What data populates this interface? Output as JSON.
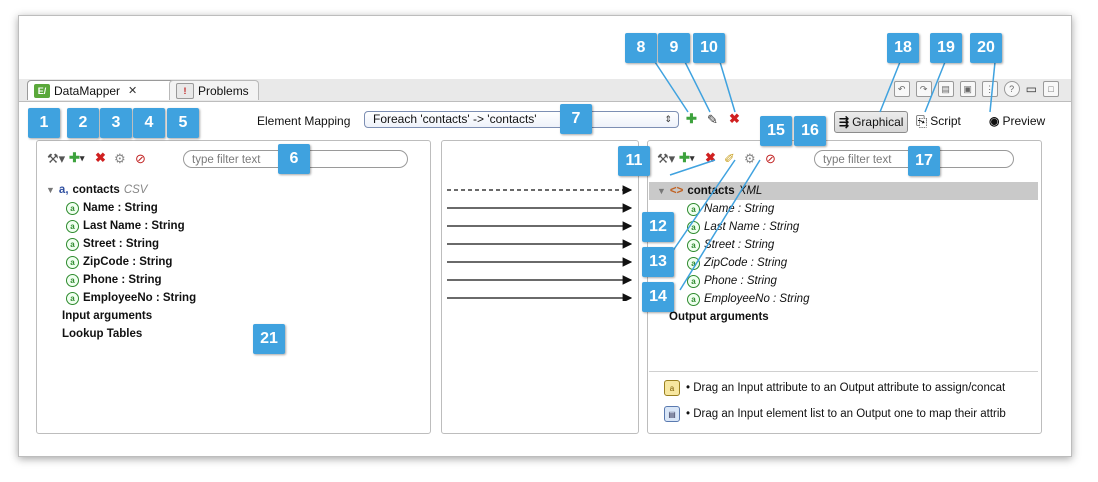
{
  "tabs": [
    {
      "label": "DataMapper",
      "active": true
    },
    {
      "label": "Problems",
      "active": false
    }
  ],
  "mapping": {
    "label": "Element Mapping",
    "selected": "Foreach 'contacts' -> 'contacts'"
  },
  "views": {
    "graphical": "Graphical",
    "script": "Script",
    "preview": "Preview"
  },
  "left": {
    "filter_placeholder": "type filter text",
    "root": {
      "name": "contacts",
      "type": "CSV"
    },
    "attributes": [
      "Name : String",
      "Last Name : String",
      "Street : String",
      "ZipCode : String",
      "Phone : String",
      "EmployeeNo : String"
    ],
    "extras": [
      "Input arguments",
      "Lookup Tables"
    ]
  },
  "right": {
    "filter_placeholder": "type filter text",
    "root": {
      "name": "contacts",
      "type": "XML"
    },
    "attributes": [
      "Name : String",
      "Last Name : String",
      "Street : String",
      "ZipCode : String",
      "Phone : String",
      "EmployeeNo : String"
    ],
    "extras": [
      "Output arguments"
    ]
  },
  "hints": [
    "• Drag an Input attribute to an Output attribute to assign/concat",
    "• Drag an Input element list to an Output one to map their attrib"
  ],
  "callouts": [
    "1",
    "2",
    "3",
    "4",
    "5",
    "6",
    "7",
    "8",
    "9",
    "10",
    "11",
    "12",
    "13",
    "14",
    "15",
    "16",
    "17",
    "18",
    "19",
    "20",
    "21"
  ],
  "colors": {
    "callout": "#3fa2df",
    "add": "#3da23d",
    "remove": "#d02020"
  }
}
